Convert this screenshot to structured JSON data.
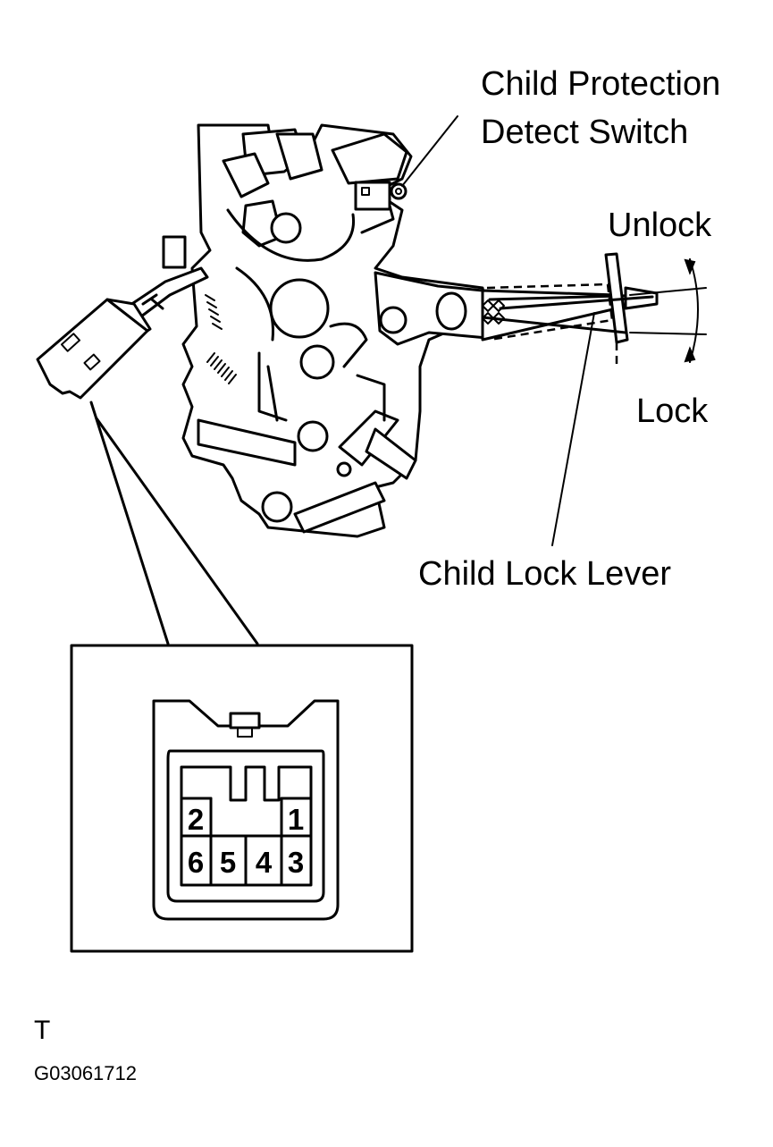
{
  "labels": {
    "switch_line1": "Child Protection",
    "switch_line2": "Detect Switch",
    "unlock": "Unlock",
    "lock": "Lock",
    "lever": "Child Lock Lever"
  },
  "connector": {
    "pins": [
      "2",
      "1",
      "6",
      "5",
      "4",
      "3"
    ]
  },
  "footer": {
    "letter": "T",
    "code": "G03061712"
  }
}
